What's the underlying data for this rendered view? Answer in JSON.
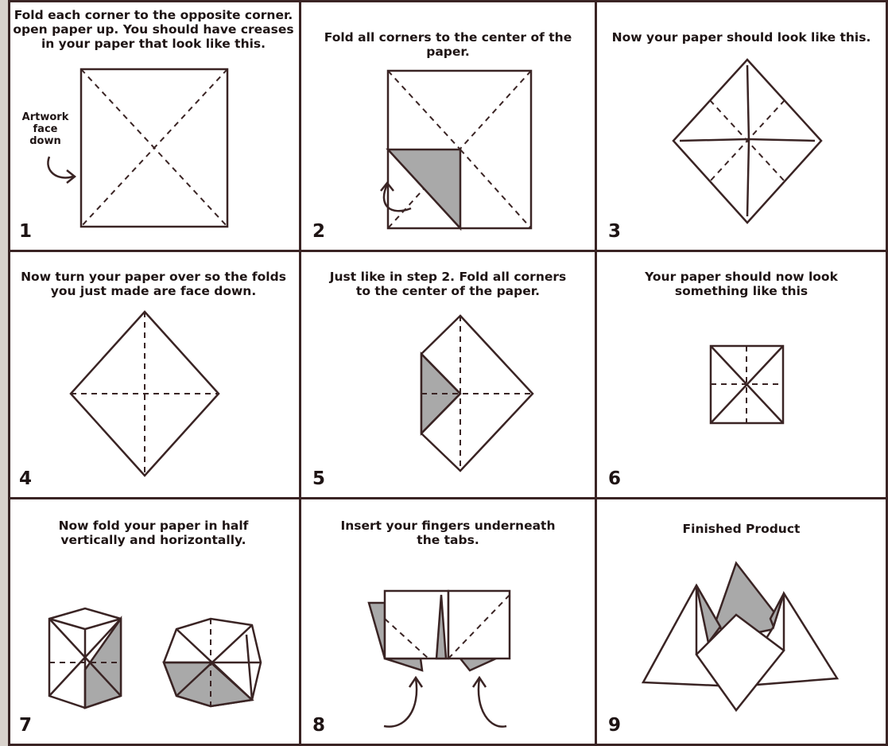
{
  "steps": [
    {
      "number": "1",
      "caption": "Fold each corner to the opposite corner.\nopen paper up. You should have creases\nin your paper that look like this.",
      "note": "Artwork\nface\ndown"
    },
    {
      "number": "2",
      "caption": "Fold all corners to the center of the paper."
    },
    {
      "number": "3",
      "caption": "Now your paper should look like this."
    },
    {
      "number": "4",
      "caption": "Now turn your paper over so the folds\nyou just made are face down."
    },
    {
      "number": "5",
      "caption": "Just like in step 2. Fold all corners\nto the center of the paper."
    },
    {
      "number": "6",
      "caption": "Your paper should now look\nsomething like this"
    },
    {
      "number": "7",
      "caption": "Now fold your paper in half\nvertically and horizontally."
    },
    {
      "number": "8",
      "caption": "Insert your fingers underneath\nthe tabs."
    },
    {
      "number": "9",
      "caption": "Finished Product"
    }
  ],
  "colors": {
    "ink": "#3a2424",
    "shade": "#a9a9a9",
    "background": "#ffffff",
    "frame": "#d9d2cc"
  }
}
